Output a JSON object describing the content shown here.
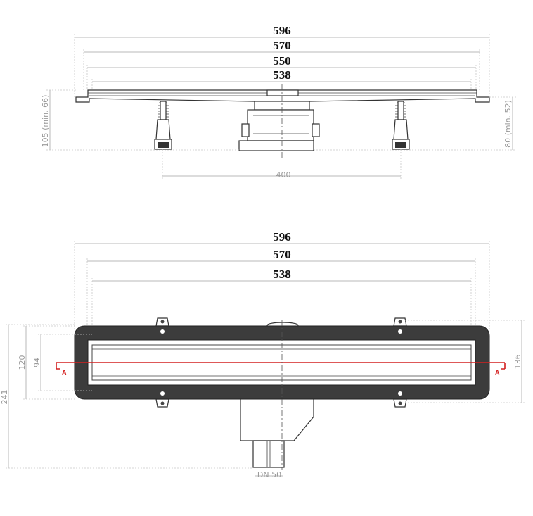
{
  "side_view": {
    "widths": [
      "596",
      "570",
      "550",
      "538"
    ],
    "height_left": "105 (min. 66)",
    "height_right": "80 (min. 52)",
    "foot_spacing": "400"
  },
  "top_view": {
    "widths": [
      "596",
      "570",
      "538"
    ],
    "height_outer": "241",
    "height_body": "120",
    "height_grate": "94",
    "height_right": "136",
    "outlet": "DN 50",
    "section_mark": "A"
  },
  "colors": {
    "section_line": "#d42020",
    "frame": "#3c3c3c",
    "dim": "#b8b8b8"
  }
}
